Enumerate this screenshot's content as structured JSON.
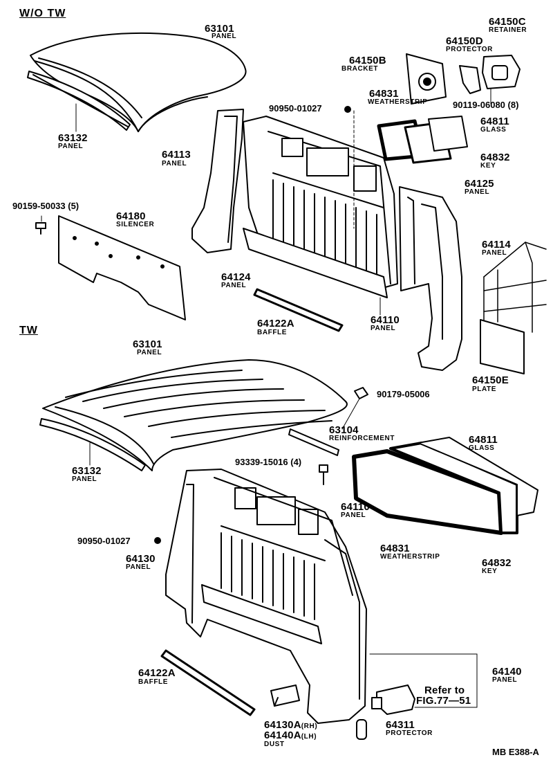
{
  "sections": {
    "wo_tw": "W/O TW",
    "tw": "TW"
  },
  "footer_code": "MB E388-A",
  "parts": {
    "p63101a": {
      "no": "63101",
      "name": "PANEL"
    },
    "p63132a": {
      "no": "63132",
      "name": "PANEL"
    },
    "p64150b": {
      "no": "64150B",
      "name": "BRACKET"
    },
    "p64150d": {
      "no": "64150D",
      "name": "PROTECTOR"
    },
    "p64150c": {
      "no": "64150C",
      "name": "RETAINER"
    },
    "p64831a": {
      "no": "64831",
      "name": "WEATHERSTRIP"
    },
    "p90119": {
      "no": "90119-06080 (8)"
    },
    "p90950a": {
      "no": "90950-01027"
    },
    "p64811a": {
      "no": "64811",
      "name": "GLASS"
    },
    "p64832a": {
      "no": "64832",
      "name": "KEY"
    },
    "p64113": {
      "no": "64113",
      "name": "PANEL"
    },
    "p64125": {
      "no": "64125",
      "name": "PANEL"
    },
    "p90159": {
      "no": "90159-50033 (5)"
    },
    "p64180": {
      "no": "64180",
      "name": "SILENCER"
    },
    "p64114": {
      "no": "64114",
      "name": "PANEL"
    },
    "p64124": {
      "no": "64124",
      "name": "PANEL"
    },
    "p64110a": {
      "no": "64110",
      "name": "PANEL"
    },
    "p64122a": {
      "no": "64122A",
      "name": "BAFFLE"
    },
    "p64150e": {
      "no": "64150E",
      "name": "PLATE"
    },
    "p63101b": {
      "no": "63101",
      "name": "PANEL"
    },
    "p90179": {
      "no": "90179-05006"
    },
    "p63104": {
      "no": "63104",
      "name": "REINFORCEMENT"
    },
    "p63132b": {
      "no": "63132",
      "name": "PANEL"
    },
    "p64811b": {
      "no": "64811",
      "name": "GLASS"
    },
    "p93339": {
      "no": "93339-15016 (4)"
    },
    "p64110b": {
      "no": "64110",
      "name": "PANEL"
    },
    "p90950b": {
      "no": "90950-01027"
    },
    "p64831b": {
      "no": "64831",
      "name": "WEATHERSTRIP"
    },
    "p64130": {
      "no": "64130",
      "name": "PANEL"
    },
    "p64832b": {
      "no": "64832",
      "name": "KEY"
    },
    "p64140": {
      "no": "64140",
      "name": "PANEL"
    },
    "p64122b": {
      "no": "64122A",
      "name": "BAFFLE"
    },
    "refer": {
      "line1": "Refer to",
      "line2": "FIG.77—51"
    },
    "p64130a": {
      "no1": "64130A",
      "sfx1": "(RH)",
      "no2": "64140A",
      "sfx2": "(LH)",
      "name": "DUST"
    },
    "p64311": {
      "no": "64311",
      "name": "PROTECTOR"
    }
  }
}
